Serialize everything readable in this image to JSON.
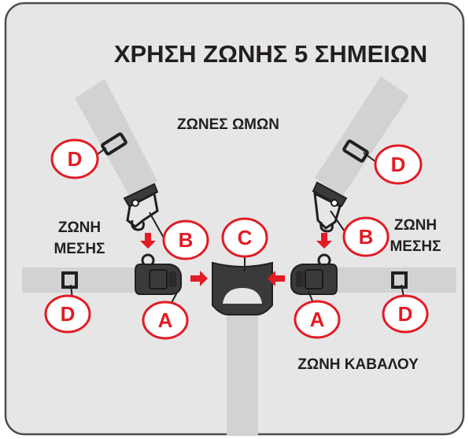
{
  "title": "ΧΡΗΣΗ ΖΩΝΗΣ 5 ΣΗΜΕΙΩΝ",
  "labels": {
    "shoulder": "ΖΩΝΕΣ ΩΜΩΝ",
    "waist_left": [
      "ΖΩΝΗ",
      "ΜΕΣΗΣ"
    ],
    "waist_right": [
      "ΖΩΝΗ",
      "ΜΕΣΗΣ"
    ],
    "crotch": "ΖΩΝΗ ΚΑΒΑΛΟΥ"
  },
  "markers": {
    "a": "A",
    "b": "B",
    "c": "C",
    "d": "D"
  },
  "colors": {
    "background": "#e6e6e7",
    "strap": "#d1d2d4",
    "accent": "#e31b23",
    "ink": "#231f20"
  }
}
